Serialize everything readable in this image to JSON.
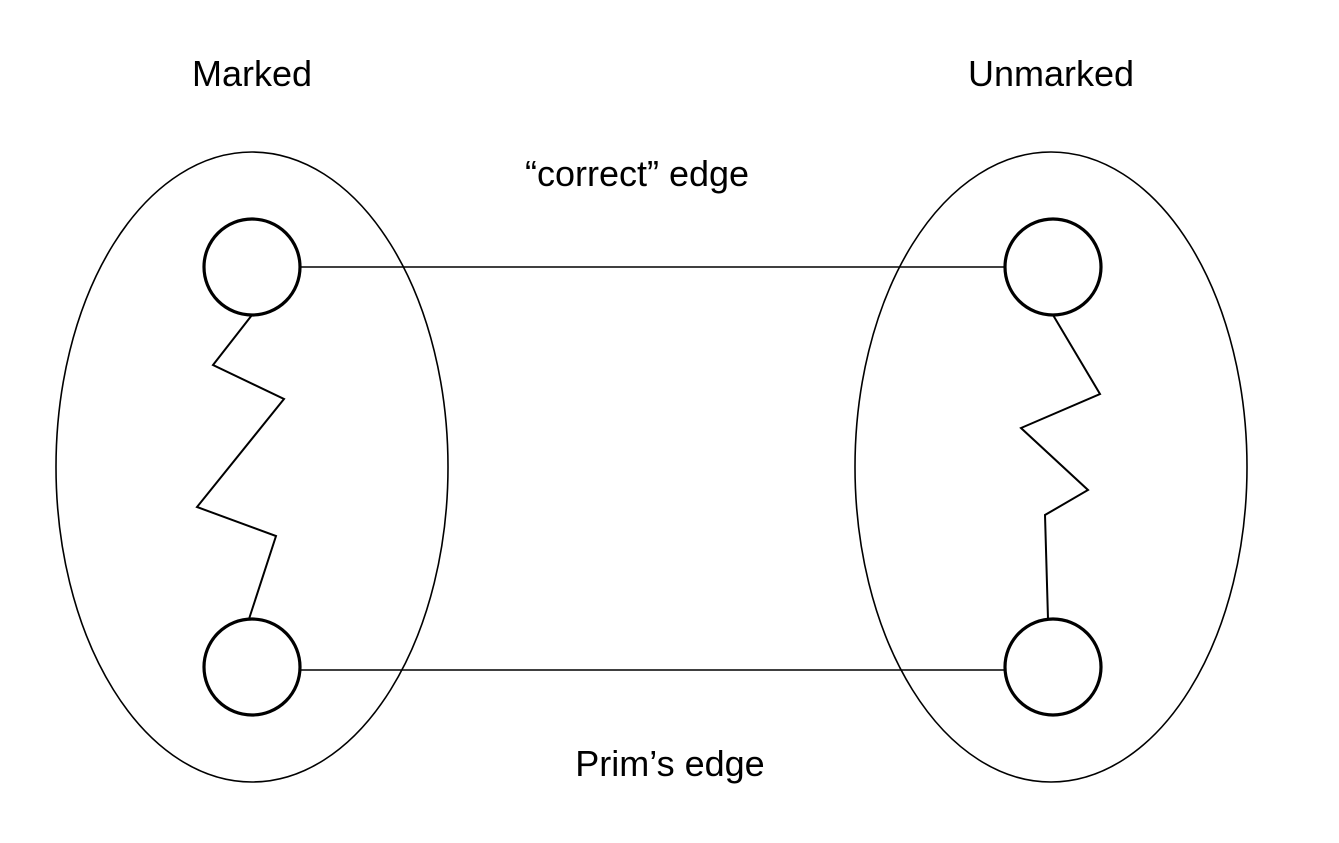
{
  "labels": {
    "marked": "Marked",
    "unmarked": "Unmarked",
    "correct_edge": "“correct” edge",
    "prims_edge": "Prim’s edge"
  },
  "colors": {
    "stroke": "#000000",
    "background": "#ffffff"
  }
}
